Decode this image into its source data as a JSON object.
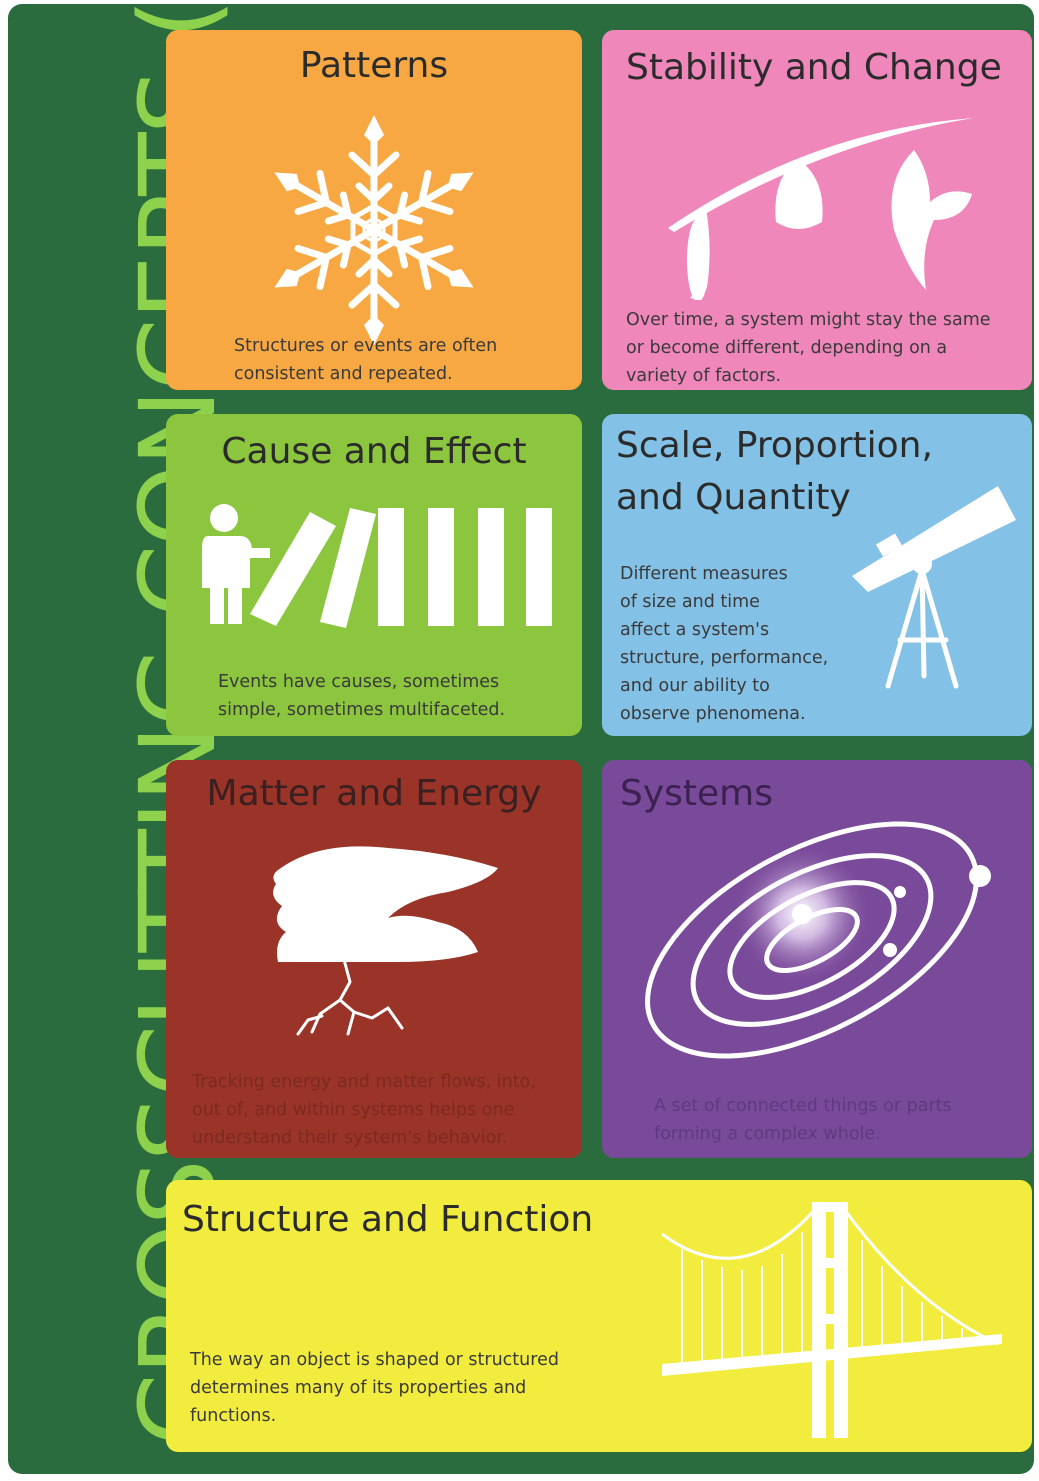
{
  "side_title": "CROSSCUTTING CONCEPTS (CCCC)",
  "colors": {
    "background": "#2a6c3e",
    "side_title": "#8ed14c",
    "patterns": "#f7a843",
    "stability_and_change": "#ef87bb",
    "cause_and_effect": "#8cc63f",
    "scale_proportion_quantity": "#84c1e6",
    "matter_and_energy": "#9a3328",
    "systems": "#7a4a9a",
    "structure_and_function": "#f2ec3f"
  },
  "cards": {
    "patterns": {
      "title": "Patterns",
      "icon": "snowflake-icon",
      "desc_1": "Structures or events are often",
      "desc_2": "consistent and repeated."
    },
    "stability": {
      "title": "Stability and Change",
      "icon": "butterfly-lifecycle-icon",
      "desc_1": "Over time, a system might stay the same",
      "desc_2": "or become different, depending on a",
      "desc_3": "variety of factors."
    },
    "cause": {
      "title": "Cause and Effect",
      "icon": "dominoes-icon",
      "desc_1": "Events have causes, sometimes",
      "desc_2": "simple, sometimes multifaceted."
    },
    "scale": {
      "title_1": "Scale, Proportion,",
      "title_2": "and Quantity",
      "icon": "telescope-icon",
      "desc_1": "Different measures",
      "desc_2": "of size and time",
      "desc_3": "affect a system's",
      "desc_4": "structure, performance,",
      "desc_5": "and our ability to",
      "desc_6": "observe phenomena."
    },
    "matter": {
      "title": "Matter and Energy",
      "icon": "storm-cloud-lightning-icon",
      "desc_1": "Tracking energy and matter flows, into,",
      "desc_2": "out of, and within systems helps one",
      "desc_3": "understand their system's behavior."
    },
    "systems": {
      "title": "Systems",
      "icon": "solar-system-icon",
      "desc_1": "A set of connected things or parts",
      "desc_2": "forming a complex whole."
    },
    "structure": {
      "title": "Structure and Function",
      "icon": "suspension-bridge-icon",
      "desc_1": "The way an object is shaped or structured",
      "desc_2": "determines many of its properties and",
      "desc_3": "functions."
    }
  }
}
